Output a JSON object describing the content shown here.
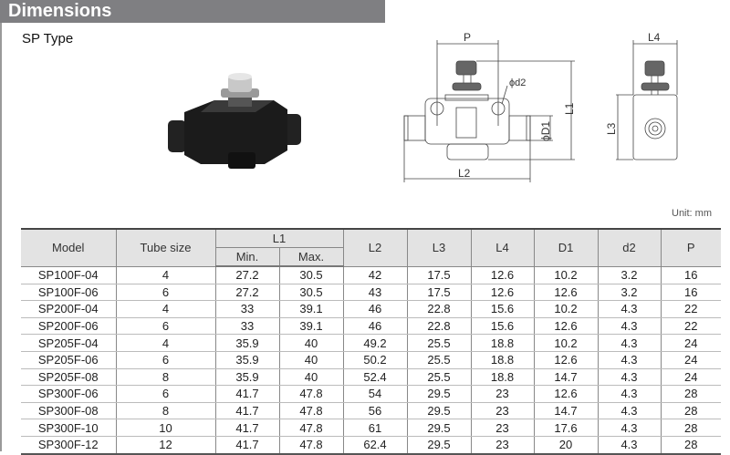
{
  "header": {
    "title": "Dimensions",
    "subtitle": "SP Type"
  },
  "diagram": {
    "labels": {
      "p": "P",
      "d2": "ϕd2",
      "l1": "L1",
      "d1": "ϕD1",
      "l2": "L2",
      "l4": "L4",
      "l3": "L3"
    },
    "unit": "Unit: mm"
  },
  "table": {
    "headers": {
      "model": "Model",
      "tube_size": "Tube size",
      "l1": "L1",
      "min": "Min.",
      "max": "Max.",
      "l2": "L2",
      "l3": "L3",
      "l4": "L4",
      "d1": "D1",
      "d2": "d2",
      "p": "P"
    },
    "rows": [
      [
        "SP100F-04",
        "4",
        "27.2",
        "30.5",
        "42",
        "17.5",
        "12.6",
        "10.2",
        "3.2",
        "16"
      ],
      [
        "SP100F-06",
        "6",
        "27.2",
        "30.5",
        "43",
        "17.5",
        "12.6",
        "12.6",
        "3.2",
        "16"
      ],
      [
        "SP200F-04",
        "4",
        "33",
        "39.1",
        "46",
        "22.8",
        "15.6",
        "10.2",
        "4.3",
        "22"
      ],
      [
        "SP200F-06",
        "6",
        "33",
        "39.1",
        "46",
        "22.8",
        "15.6",
        "12.6",
        "4.3",
        "22"
      ],
      [
        "SP205F-04",
        "4",
        "35.9",
        "40",
        "49.2",
        "25.5",
        "18.8",
        "10.2",
        "4.3",
        "24"
      ],
      [
        "SP205F-06",
        "6",
        "35.9",
        "40",
        "50.2",
        "25.5",
        "18.8",
        "12.6",
        "4.3",
        "24"
      ],
      [
        "SP205F-08",
        "8",
        "35.9",
        "40",
        "52.4",
        "25.5",
        "18.8",
        "14.7",
        "4.3",
        "24"
      ],
      [
        "SP300F-06",
        "6",
        "41.7",
        "47.8",
        "54",
        "29.5",
        "23",
        "12.6",
        "4.3",
        "28"
      ],
      [
        "SP300F-08",
        "8",
        "41.7",
        "47.8",
        "56",
        "29.5",
        "23",
        "14.7",
        "4.3",
        "28"
      ],
      [
        "SP300F-10",
        "10",
        "41.7",
        "47.8",
        "61",
        "29.5",
        "23",
        "17.6",
        "4.3",
        "28"
      ],
      [
        "SP300F-12",
        "12",
        "41.7",
        "47.8",
        "62.4",
        "29.5",
        "23",
        "20",
        "4.3",
        "28"
      ]
    ]
  }
}
